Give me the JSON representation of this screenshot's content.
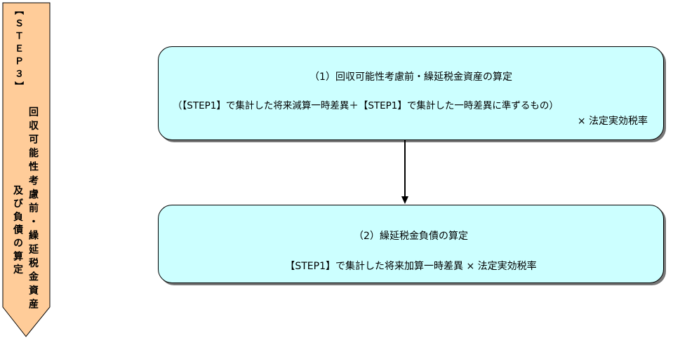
{
  "step_banner": {
    "step_label": "【ＳＴＥＰ３】",
    "title_line_1": "回収可能性考慮前・繰延税金資産",
    "title_line_2": "及び負債の算定",
    "fill_color": "#ffcc99",
    "border_color": "#000000"
  },
  "box_1": {
    "title": "（1）回収可能性考慮前・繰延税金資産の算定",
    "formula": "（【STEP1】で集計した将来減算一時差異＋【STEP1】で集計した一時差異に準ずるもの）",
    "formula_suffix": "× 法定実効税率",
    "fill_color": "#ccffff"
  },
  "box_2": {
    "title": "（2）繰延税金負債の算定",
    "formula": "【STEP1】で集計した将来加算一時差異 × 法定実効税率",
    "fill_color": "#ccffff"
  }
}
